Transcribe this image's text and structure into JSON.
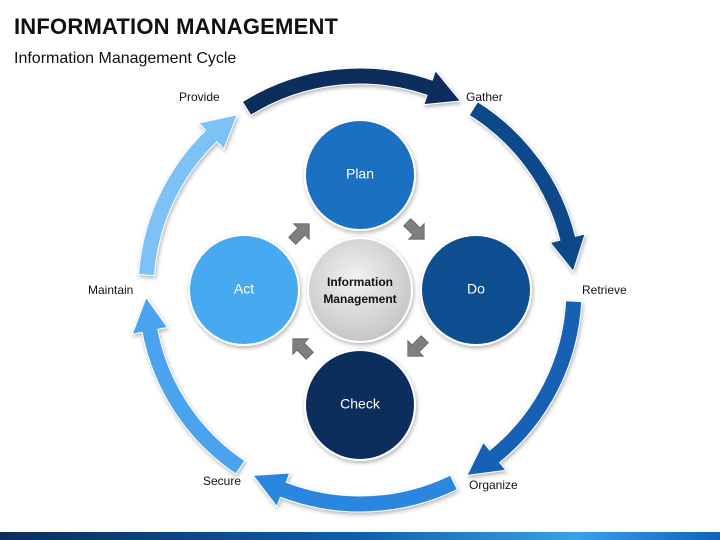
{
  "header": {
    "title": "INFORMATION MANAGEMENT",
    "subtitle": "Information Management Cycle"
  },
  "outer_cycle": {
    "labels": {
      "provide": "Provide",
      "gather": "Gather",
      "retrieve": "Retrieve",
      "organize": "Organize",
      "secure": "Secure",
      "maintain": "Maintain"
    },
    "colors": {
      "provide_to_gather": "#0b2d5b",
      "gather_to_retrieve": "#0d4a8a",
      "retrieve_to_organize": "#1260b5",
      "organize_to_secure": "#2b86de",
      "secure_to_maintain": "#4aa3ee",
      "maintain_to_provide": "#7cc2f6"
    }
  },
  "inner_cycle": {
    "plan": "Plan",
    "do": "Do",
    "check": "Check",
    "act": "Act",
    "center_line1": "Information",
    "center_line2": "Management",
    "colors": {
      "plan": "#1a6fc1",
      "do": "#0b4f91",
      "check": "#0a2f5c",
      "act": "#47aaf0",
      "center": "#d4d4d4",
      "arrow": "#7f7f7f"
    }
  }
}
